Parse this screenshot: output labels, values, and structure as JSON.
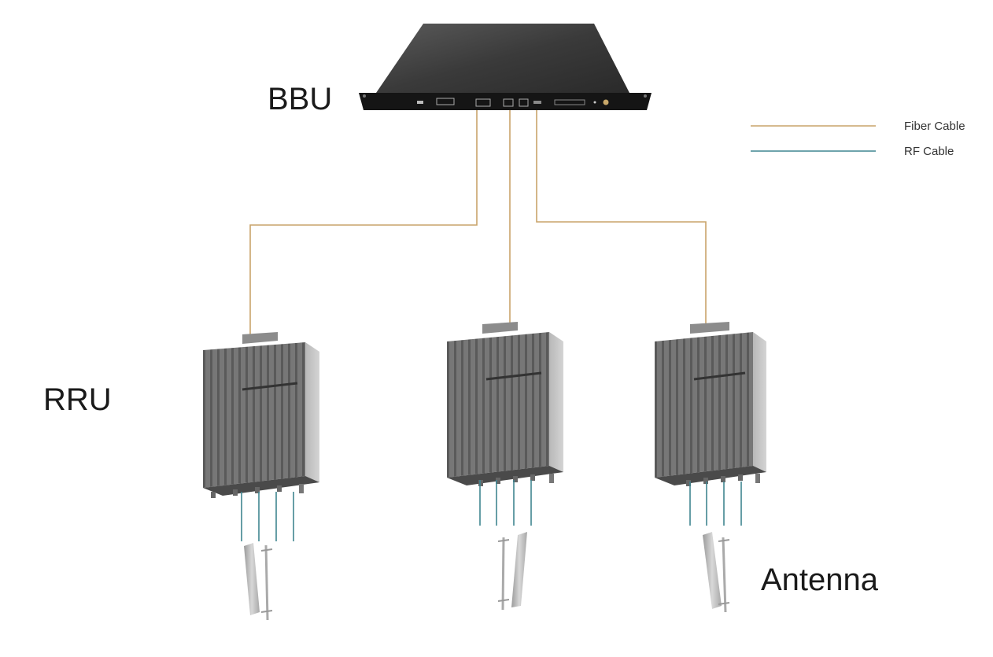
{
  "labels": {
    "bbu": "BBU",
    "rru": "RRU",
    "antenna": "Antenna"
  },
  "legend": {
    "items": [
      {
        "label": "Fiber Cable",
        "color": "#c9a46a"
      },
      {
        "label": "RF Cable",
        "color": "#3f8590"
      }
    ]
  },
  "colors": {
    "fiber": "#c9a46a",
    "rf": "#3f8590",
    "bbu_body": "#3a3a3a",
    "bbu_front": "#151515",
    "rru_body": "#7a7a7a",
    "antenna": "#bdbdbd"
  },
  "nodes": {
    "bbu": {
      "count": 1
    },
    "rru": {
      "count": 3
    },
    "antenna": {
      "count": 3
    },
    "rf_cables_per_rru": 4
  }
}
